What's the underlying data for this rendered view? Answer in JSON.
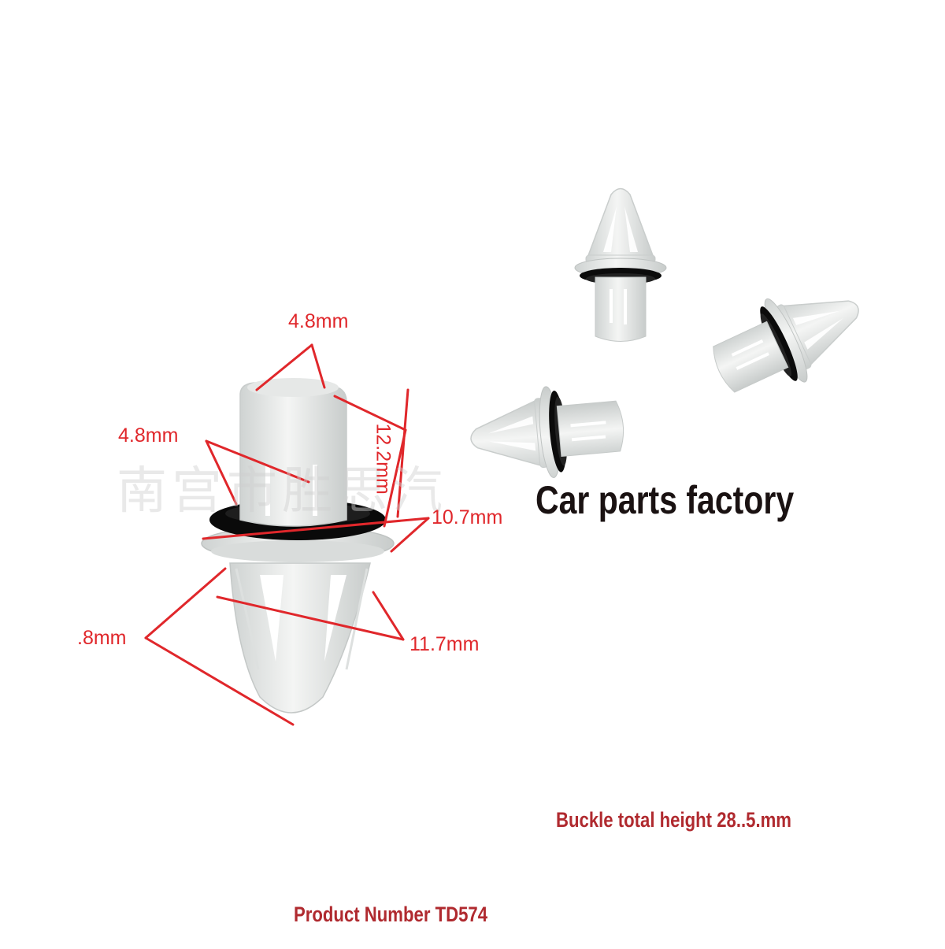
{
  "heading": "Car parts factory",
  "watermark": "南宫市胜思汽",
  "captions": {
    "total_height": "Buckle total height 28..5.mm",
    "product_number": "Product Number TD574"
  },
  "dimensions": {
    "top_width": "4.8mm",
    "shank_width": "4.8mm",
    "shank_height": "12.2mm",
    "flange_width": "10.7mm",
    "leg_width": "11.7mm",
    "leg_thickness": ".8mm"
  },
  "colors": {
    "dimension_red": "#e0272b",
    "caption_red": "#b02a2f",
    "plastic": "#e9ebea",
    "washer": "#0a0a0a"
  }
}
